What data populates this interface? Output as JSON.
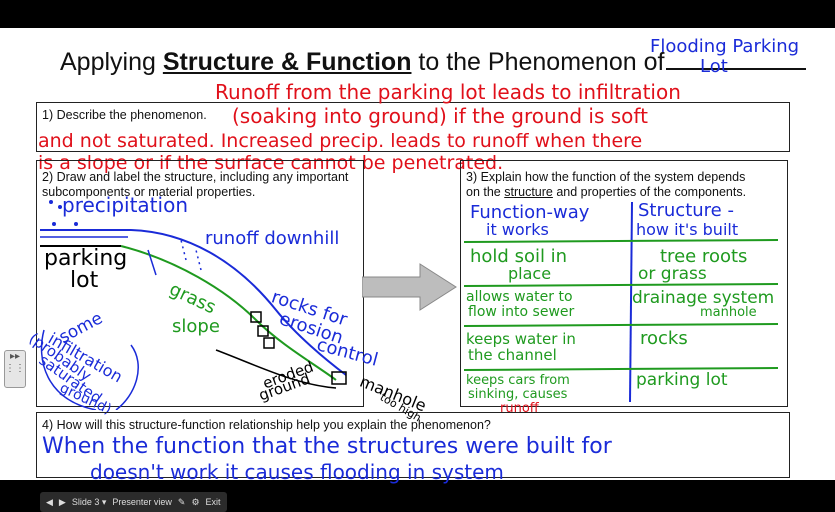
{
  "title": {
    "prefix": "Applying ",
    "bold": "Structure & Function",
    "suffix": " to the Phenomenon of",
    "handwritten": "Flooding Parking Lot"
  },
  "q1": {
    "prompt": "1) Describe the phenomenon.",
    "line1": "Runoff from the parking lot leads to infiltration",
    "line2": "(soaking into ground) if the ground is soft",
    "line3": "and not saturated. Increased precip. leads to runoff when there",
    "line4": "is a slope or if the surface cannot be penetrated."
  },
  "q2": {
    "prompt": "2) Draw and label the structure, including any important subcomponents or material properties.",
    "labels": {
      "precipitation": "precipitation",
      "runoff": "runoff downhill",
      "parking": "parking",
      "lot": "lot",
      "grass": "grass",
      "slope": "slope",
      "rocks1": "rocks for",
      "rocks2": "erosion",
      "rocks3": "control",
      "infil1": "some",
      "infil2": "infiltration",
      "infil3": "(probably",
      "infil4": "saturated",
      "infil5": "ground)",
      "eroded1": "eroded",
      "eroded2": "ground",
      "manhole": "manhole",
      "toohigh": "too high"
    }
  },
  "q3": {
    "prompt_a": "3) Explain how the function of the system depends",
    "prompt_b1": "on the ",
    "prompt_b2": "structure",
    "prompt_b3": " and properties of the components.",
    "header_function_1": "Function-way",
    "header_function_2": "it works",
    "header_structure_1": "Structure -",
    "header_structure_2": "how it's built",
    "rows": [
      {
        "f1": "hold soil in",
        "f2": "place",
        "s1": "tree roots",
        "s2": "or grass"
      },
      {
        "f1": "allows water to",
        "f2": "flow into sewer",
        "s1": "drainage system",
        "s2": "manhole"
      },
      {
        "f1": "keeps water in",
        "f2": "the channel",
        "s1": "rocks",
        "s2": ""
      },
      {
        "f1": "keeps cars from",
        "f2": "sinking, causes",
        "f3": "runoff",
        "s1": "parking lot",
        "s2": ""
      }
    ]
  },
  "q4": {
    "prompt": "4) How will this structure-function relationship help you explain the phenomenon?",
    "line1": "When the function that the structures were built for",
    "line2": "doesn't work it causes flooding in system"
  },
  "toolbar": {
    "slide": "Slide 3 ▾",
    "presenter": "Presenter view",
    "exit": "Exit"
  },
  "side_handle": {
    "arrows": "▸▸",
    "grip": "⋮⋮"
  },
  "colors": {
    "red": "#e0101a",
    "blue": "#1a2bd8",
    "green": "#1f9a1f"
  }
}
